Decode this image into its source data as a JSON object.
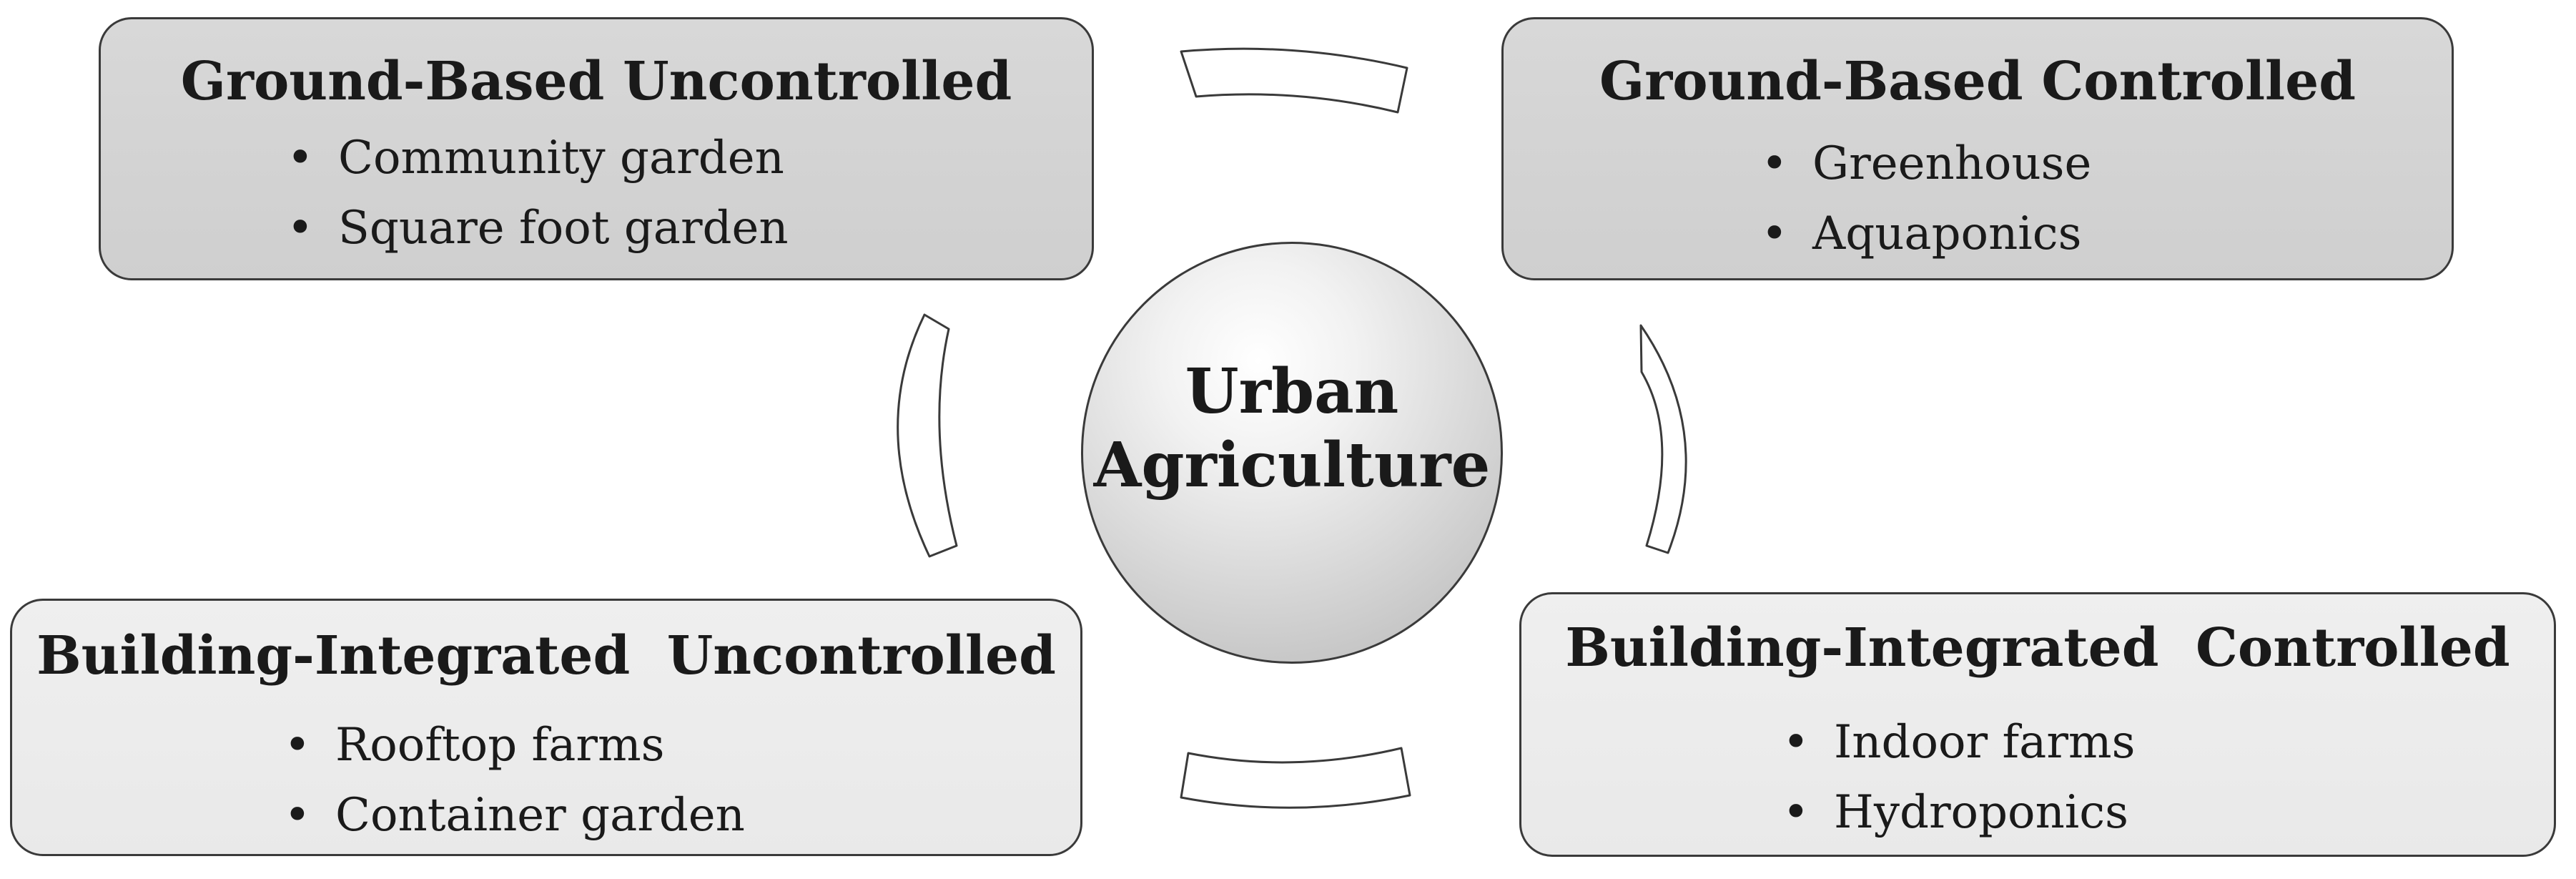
{
  "diagram": {
    "center": {
      "line1": "Urban",
      "line2": "Agriculture"
    },
    "boxes": {
      "ground_based_uncontrolled": {
        "title": "Ground-Based Uncontrolled",
        "items": [
          "Community garden",
          "Square foot garden"
        ]
      },
      "ground_based_controlled": {
        "title": "Ground-Based Controlled",
        "items": [
          "Greenhouse",
          "Aquaponics"
        ]
      },
      "building_integrated_uncontrolled": {
        "title": "Building-Integrated  Uncontrolled",
        "items": [
          "Rooftop farms",
          "Container garden"
        ]
      },
      "building_integrated_controlled": {
        "title": "Building-Integrated  Controlled",
        "items": [
          "Indoor farms",
          "Hydroponics"
        ]
      }
    },
    "bullet": "•",
    "colors": {
      "dark_box": "#d3d3d3",
      "light_box": "#ececec",
      "border": "#3a3a3a",
      "connector_fill": "#ffffff"
    }
  }
}
